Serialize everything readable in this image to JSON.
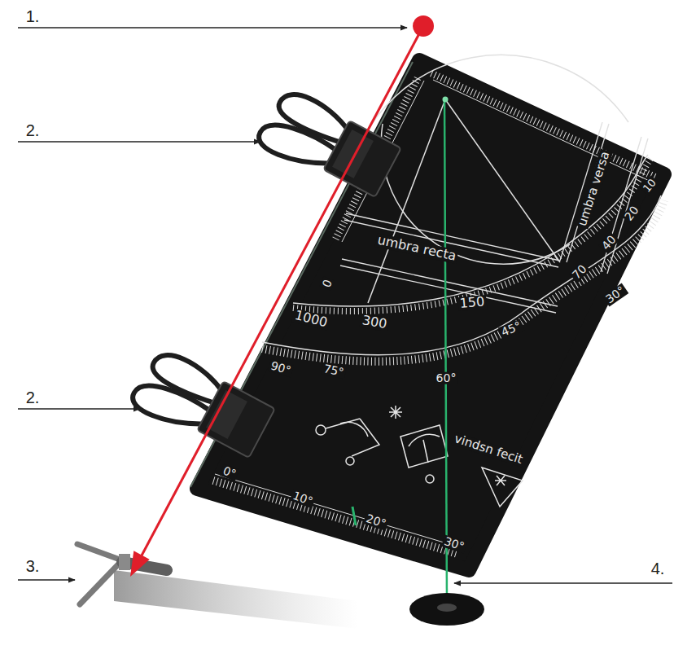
{
  "diagram": {
    "labels": [
      "1.",
      "2.",
      "0",
      "umbra versa",
      "10",
      "20",
      "umbra recta",
      "40",
      "1000",
      "300",
      "150",
      "70",
      "30°",
      "45°",
      "90°",
      "75°",
      "60°",
      "2.",
      "vindsn fecit",
      "0°",
      "10°",
      "20°",
      "30°",
      "4.",
      "3."
    ]
  }
}
